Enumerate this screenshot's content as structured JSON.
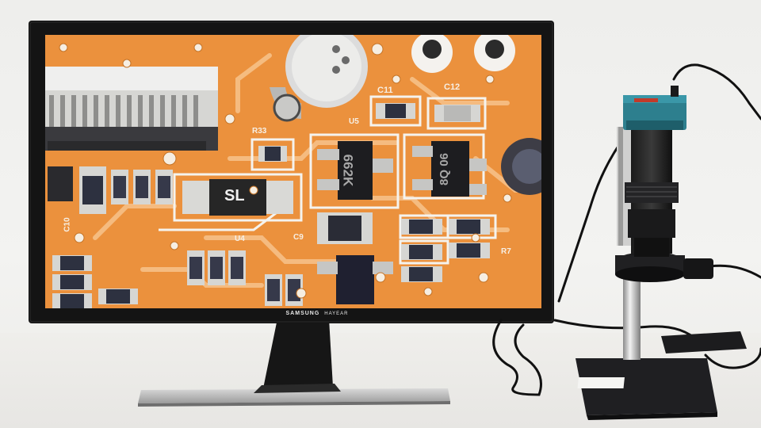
{
  "monitor": {
    "brand": "SAMSUNG",
    "model": "HAYEAR"
  },
  "pcb": {
    "chip_marks": [
      "SL",
      "662K",
      "8Q 06"
    ],
    "silkscreen": [
      "C11",
      "C12",
      "C10",
      "C9",
      "R33",
      "U5",
      "U4",
      "R7"
    ]
  },
  "colors": {
    "wall": "#eeeeec",
    "desk": "#f2f1ee",
    "bezel": "#141414",
    "pcb_orange": "#e98d3a",
    "camera_teal": "#2d7f8e"
  }
}
